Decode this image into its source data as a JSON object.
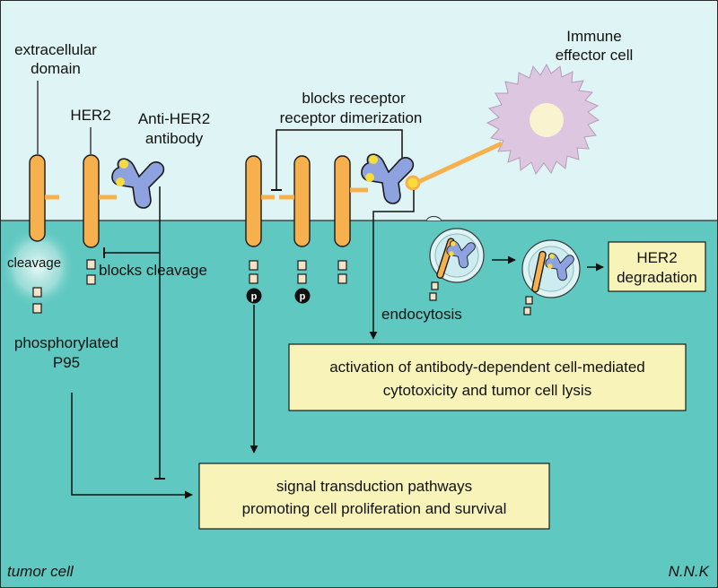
{
  "labels": {
    "extracellular_line1": "extracellular",
    "extracellular_line2": "domain",
    "her2": "HER2",
    "anti_her2_line1": "Anti-HER2",
    "anti_her2_line2": "antibody",
    "blocks_dimer_line1": "blocks receptor",
    "blocks_dimer_line2": "receptor dimerization",
    "immune_line1": "Immune",
    "immune_line2": "effector cell",
    "cleavage": "cleavage",
    "blocks_cleavage": "blocks cleavage",
    "phospho_line1": "phosphorylated",
    "phospho_line2": "P95",
    "endocytosis": "endocytosis",
    "p_marker": "p",
    "tumor_cell": "tumor cell",
    "author": "N.N.K"
  },
  "boxes": {
    "her2_degradation_line1": "HER2",
    "her2_degradation_line2": "degradation",
    "adcc_line1": "activation of antibody-dependent cell-mediated",
    "adcc_line2": "cytotoxicity and tumor cell lysis",
    "signal_line1": "signal transduction pathways",
    "signal_line2": "promoting cell proliferation and survival"
  },
  "colors": {
    "extracellular_bg": "#dff4f4",
    "intracellular_bg": "#5fc8c1",
    "receptor": "#f6b04e",
    "antibody": "#8ea2df",
    "antibody_tip": "#f7dc3a",
    "immune_cell": "#ddc6df",
    "box_fill": "#f8f3b8"
  }
}
